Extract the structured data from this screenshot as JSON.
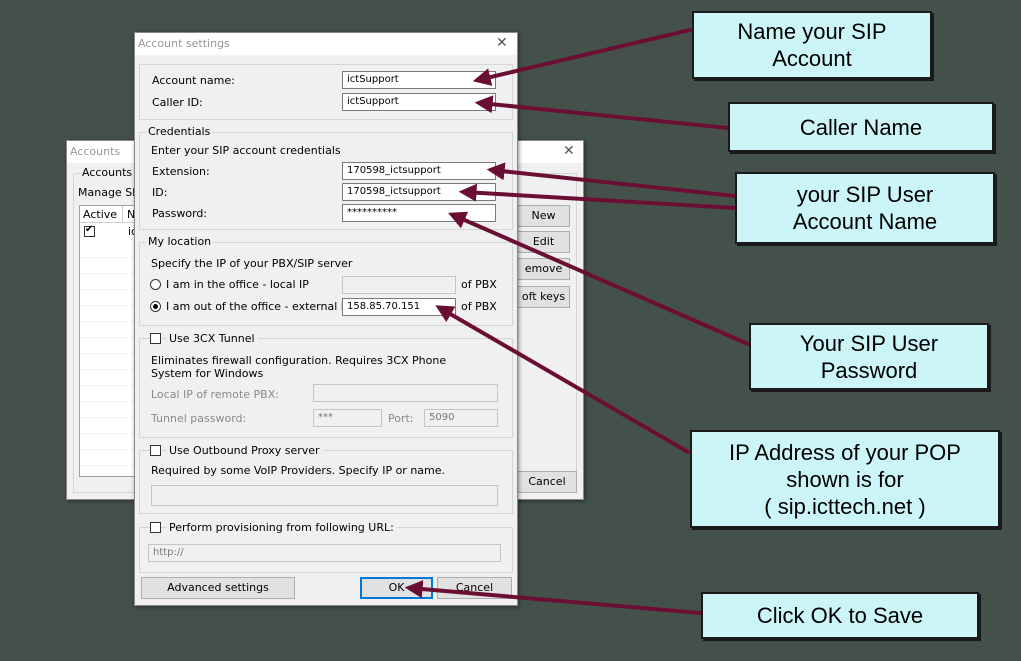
{
  "colors": {
    "background": "#44514a",
    "callout_fill": "#ccf5f7",
    "arrow": "#6a0f33"
  },
  "accounts_window": {
    "title": "Accounts",
    "group_title": "Accounts",
    "manage_label": "Manage SIP",
    "col_active": "Active",
    "col_name": "N",
    "row_name": "ic",
    "row_active": true,
    "buttons": {
      "new": "New",
      "edit": "Edit",
      "remove": "emove",
      "soft_keys": "oft keys",
      "cancel": "Cancel"
    }
  },
  "account_settings": {
    "title": "Account settings",
    "account_name_label": "Account name:",
    "account_name_value": "ictSupport",
    "caller_id_label": "Caller ID:",
    "caller_id_value": "ictSupport",
    "credentials": {
      "group_title": "Credentials",
      "hint": "Enter your SIP account credentials",
      "extension_label": "Extension:",
      "extension_value": "170598_ictsupport",
      "id_label": "ID:",
      "id_value": "170598_ictsupport",
      "password_label": "Password:",
      "password_value": "**********"
    },
    "location": {
      "group_title": "My location",
      "hint": "Specify the IP of your PBX/SIP server",
      "local_label": "I am in the office - local IP",
      "local_value": "",
      "external_label": "I am out of the office - external IP",
      "external_value": "158.85.70.151",
      "of_pbx": "of PBX",
      "selected": "external"
    },
    "tunnel": {
      "checkbox_label": "Use 3CX Tunnel",
      "checked": false,
      "description": "Eliminates firewall configuration. Requires 3CX Phone System for Windows",
      "local_ip_label": "Local IP of remote PBX:",
      "local_ip_value": "",
      "password_label": "Tunnel password:",
      "password_value": "***",
      "port_label": "Port:",
      "port_value": "5090"
    },
    "proxy": {
      "checkbox_label": "Use Outbound Proxy server",
      "checked": false,
      "description": "Required by some VoIP Providers. Specify IP or name.",
      "value": ""
    },
    "provisioning": {
      "checkbox_label": "Perform provisioning from following URL:",
      "checked": false,
      "url_value": "http://"
    },
    "buttons": {
      "advanced": "Advanced settings",
      "ok": "OK",
      "cancel": "Cancel"
    }
  },
  "callouts": {
    "account_name": "Name your SIP\nAccount",
    "caller_name": "Caller Name",
    "user_account": "your SIP User\nAccount Name",
    "user_password": "Your SIP User\nPassword",
    "ip_address": "IP Address of your POP\nshown is for\n( sip.icttech.net )",
    "click_ok": "Click OK to Save"
  }
}
